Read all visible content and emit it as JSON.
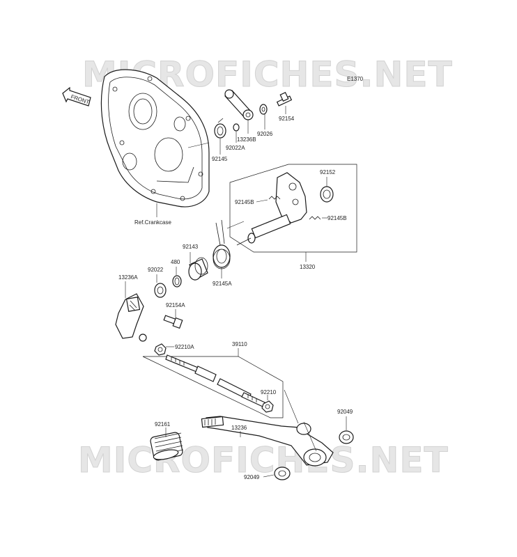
{
  "watermark": "MICROFICHES.NET",
  "diagram_code": "E1370",
  "front_label": "FRONT",
  "ref_label": "Ref.Crankcase",
  "callouts": {
    "p92154": "92154",
    "p92026": "92026",
    "p13236B": "13236B",
    "p92022A": "92022A",
    "p92145": "92145",
    "p92152": "92152",
    "p92145B_a": "92145B",
    "p92145B_b": "92145B",
    "p13320": "13320",
    "p92143": "92143",
    "p480": "480",
    "p92022": "92022",
    "p92145A": "92145A",
    "p13236A": "13236A",
    "p92154A": "92154A",
    "p92210A": "92210A",
    "p39110": "39110",
    "p92210": "92210",
    "p92049_a": "92049",
    "p92161": "92161",
    "p13236": "13236",
    "p92049_b": "92049"
  }
}
